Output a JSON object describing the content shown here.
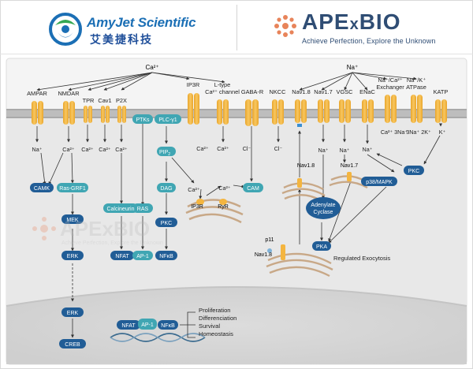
{
  "header": {
    "left_logo": {
      "name": "AmyJet Scientific",
      "name_cn": "艾美捷科技"
    },
    "right_logo": {
      "name_main": "APE",
      "name_x": "x",
      "name_end": "BIO",
      "tagline": "Achieve Perfection, Explore the Unknown"
    }
  },
  "watermark": {
    "name": "APExBIO",
    "tagline": "Achieve Perfection, Explore the Unknown"
  },
  "colors": {
    "channel": "#f4b53f",
    "pill_blue": "#215d96",
    "pill_teal": "#40a6b3",
    "membrane": "#b5b5b5",
    "background": "#e9e9e9"
  },
  "ions": {
    "ca_top": "Ca²⁺",
    "na_top": "Na⁺",
    "ca": "Ca²⁺",
    "na": "Na⁺",
    "cl": "Cl⁻",
    "k": "K⁺",
    "ca_exchange": "Ca²⁺ 3Na⁺",
    "na_k_exchange": "3Na⁺ 2K⁺"
  },
  "channels": {
    "ampar": "AMPAR",
    "nmdar": "NMDAR",
    "tpr": "TPR",
    "cav1": "Cav1",
    "p2x": "P2X",
    "ip3r": "IP3R",
    "ltype_1": "L-type",
    "ltype_2": "Ca²⁺ channel",
    "gabar": "GABA-R",
    "nkcc": "NKCC",
    "nav18": "Nav1.8",
    "nav17": "Nav1.7",
    "vgsc": "VGSC",
    "enac": "ENaC",
    "naca_1": "Na⁺/Ca²⁺",
    "naca_2": "Exchanger",
    "nak_1": "Na⁺/K⁺",
    "nak_2": "ATPase",
    "katp": "KATP"
  },
  "nodes": {
    "camk": "CAMK",
    "ras_grf1": "Ras-GRF1",
    "mek": "MEK",
    "erk": "ERK",
    "erk2": "ERK",
    "creb": "CREB",
    "calcineurin": "Calcineurin",
    "nfat": "NFAT",
    "ptks": "PTKs",
    "ras": "RAS",
    "ap1": "AP-1",
    "plc": "PLC-γ1",
    "pip2": "PIP",
    "pip2_sub": "2",
    "dag": "DAG",
    "pkc": "PKC",
    "nfkb": "NFκB",
    "ip3r": "IP3R",
    "ryr": "RyR",
    "cam": "CAM",
    "nav18_int": "Nav1.8",
    "nav17_int": "Nav1.7",
    "ac_1": "Adenylate",
    "ac_2": "Cyclase",
    "pka": "PKA",
    "regulated_exocytosis": "Regulated Exocytosis",
    "p11": "p11",
    "nav18_p11": "Nav1.8",
    "p38": "p38/MAPK",
    "pkc_right": "PKC",
    "nfat_n": "NFAT",
    "ap1_n": "AP-1",
    "nfkb_n": "NFκB"
  },
  "outcomes": [
    "Proliferation",
    "Differenciation",
    "Survival",
    "Homeostasis"
  ]
}
